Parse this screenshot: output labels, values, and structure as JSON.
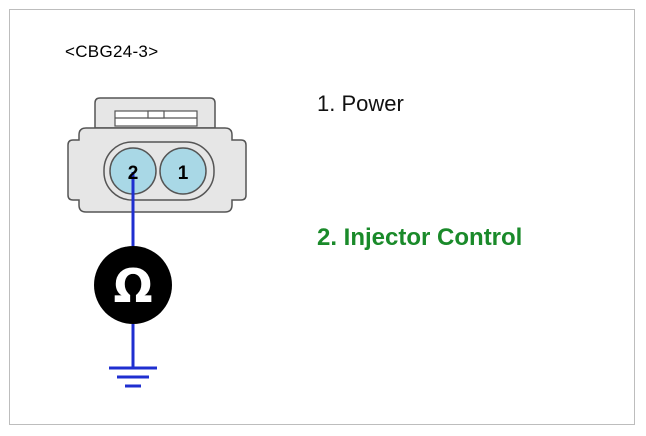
{
  "connector": {
    "id": "<CBG24-3>",
    "pins": [
      {
        "number": "2"
      },
      {
        "number": "1"
      }
    ]
  },
  "labels": {
    "pin1": "1. Power",
    "pin2": "2. Injector Control"
  },
  "meter": {
    "symbol": "Ω",
    "icon": "ohmmeter-icon"
  },
  "ground": {
    "icon": "ground-icon"
  },
  "colors": {
    "wire": "#1f2fd0",
    "pin_fill": "#a9d8e6",
    "connector_fill": "#e6e6e6",
    "highlight": "#1a8a2a",
    "meter": "#000000"
  }
}
